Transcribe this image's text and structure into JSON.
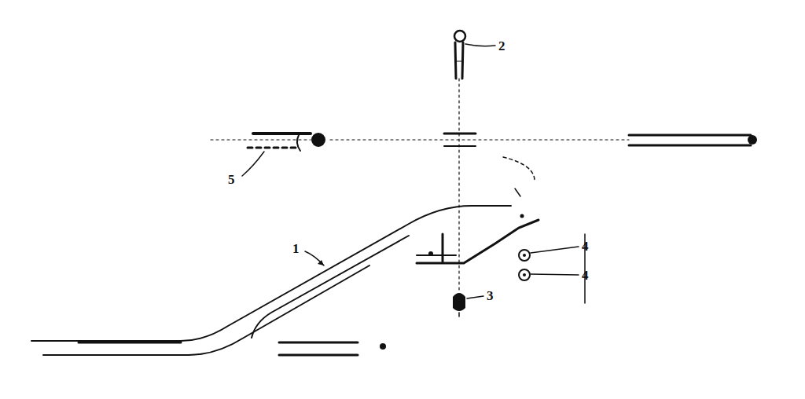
{
  "diagram": {
    "labels": [
      "2",
      "5",
      "1",
      "4",
      "4",
      "3"
    ]
  }
}
